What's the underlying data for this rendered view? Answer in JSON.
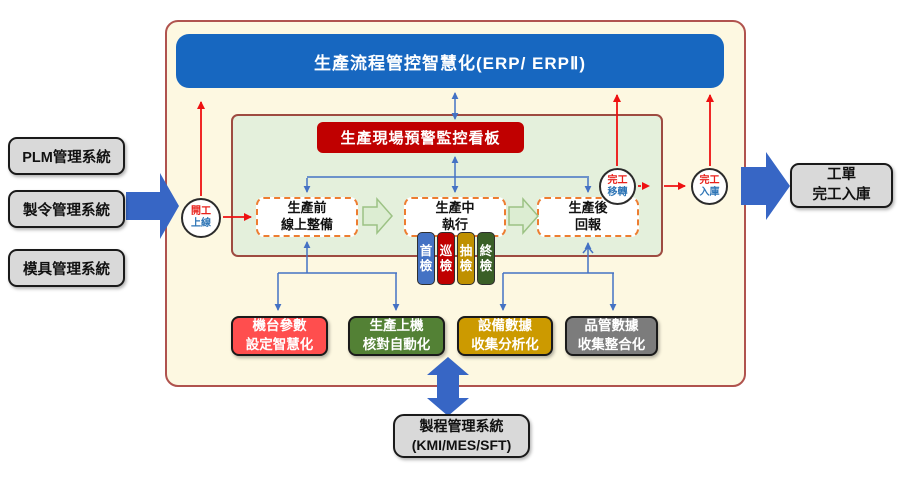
{
  "palette": {
    "banner_blue": "#1767C0",
    "kanban_red": "#C00000",
    "outer_fill": "#FDF8E1",
    "outer_border": "#B0534E",
    "shopfloor_green": "#E4F0DC",
    "big_arrow_blue": "#3766C5",
    "connector_blue": "#4472C4",
    "connector_red": "#EE1111",
    "stage_dashed_orange": "#ED7D31",
    "system_gray": "#D9D9D9",
    "feature_red": "#FF4E4E",
    "feature_green": "#538135",
    "feature_gold": "#CC9A00",
    "feature_gray": "#7C7C7C",
    "pill_blue": "#4472C4",
    "pill_red": "#C00000",
    "pill_gold": "#BF9000",
    "pill_green": "#3A5F27"
  },
  "erp_banner": {
    "label": "生產流程管控智慧化(ERP/ ERPⅡ)"
  },
  "kanban_banner": {
    "label": "生產現場預警監控看板"
  },
  "left_systems": [
    {
      "label": "PLM管理系統"
    },
    {
      "label": "製令管理系統"
    },
    {
      "label": "模具管理系統"
    }
  ],
  "milestones": {
    "start": {
      "line1": "開工",
      "line2": "上線"
    },
    "transfer": {
      "line1": "完工",
      "line2": "移轉"
    },
    "stock_in": {
      "line1": "完工",
      "line2": "入庫"
    }
  },
  "stages": {
    "pre": {
      "line1": "生產前",
      "line2": "線上整備"
    },
    "during": {
      "line1": "生產中",
      "line2": "執行"
    },
    "post": {
      "line1": "生產後",
      "line2": "回報"
    }
  },
  "inspections": [
    {
      "label": "首檢"
    },
    {
      "label": "巡檢"
    },
    {
      "label": "抽檢"
    },
    {
      "label": "終檢"
    }
  ],
  "features": [
    {
      "line1": "機台參數",
      "line2": "設定智慧化"
    },
    {
      "line1": "生產上機",
      "line2": "核對自動化"
    },
    {
      "line1": "設備數據",
      "line2": "收集分析化"
    },
    {
      "line1": "品管數據",
      "line2": "收集整合化"
    }
  ],
  "process_system": {
    "line1": "製程管理系統",
    "line2": "(KMI/MES/SFT)"
  },
  "output": {
    "line1": "工單",
    "line2": "完工入庫"
  }
}
